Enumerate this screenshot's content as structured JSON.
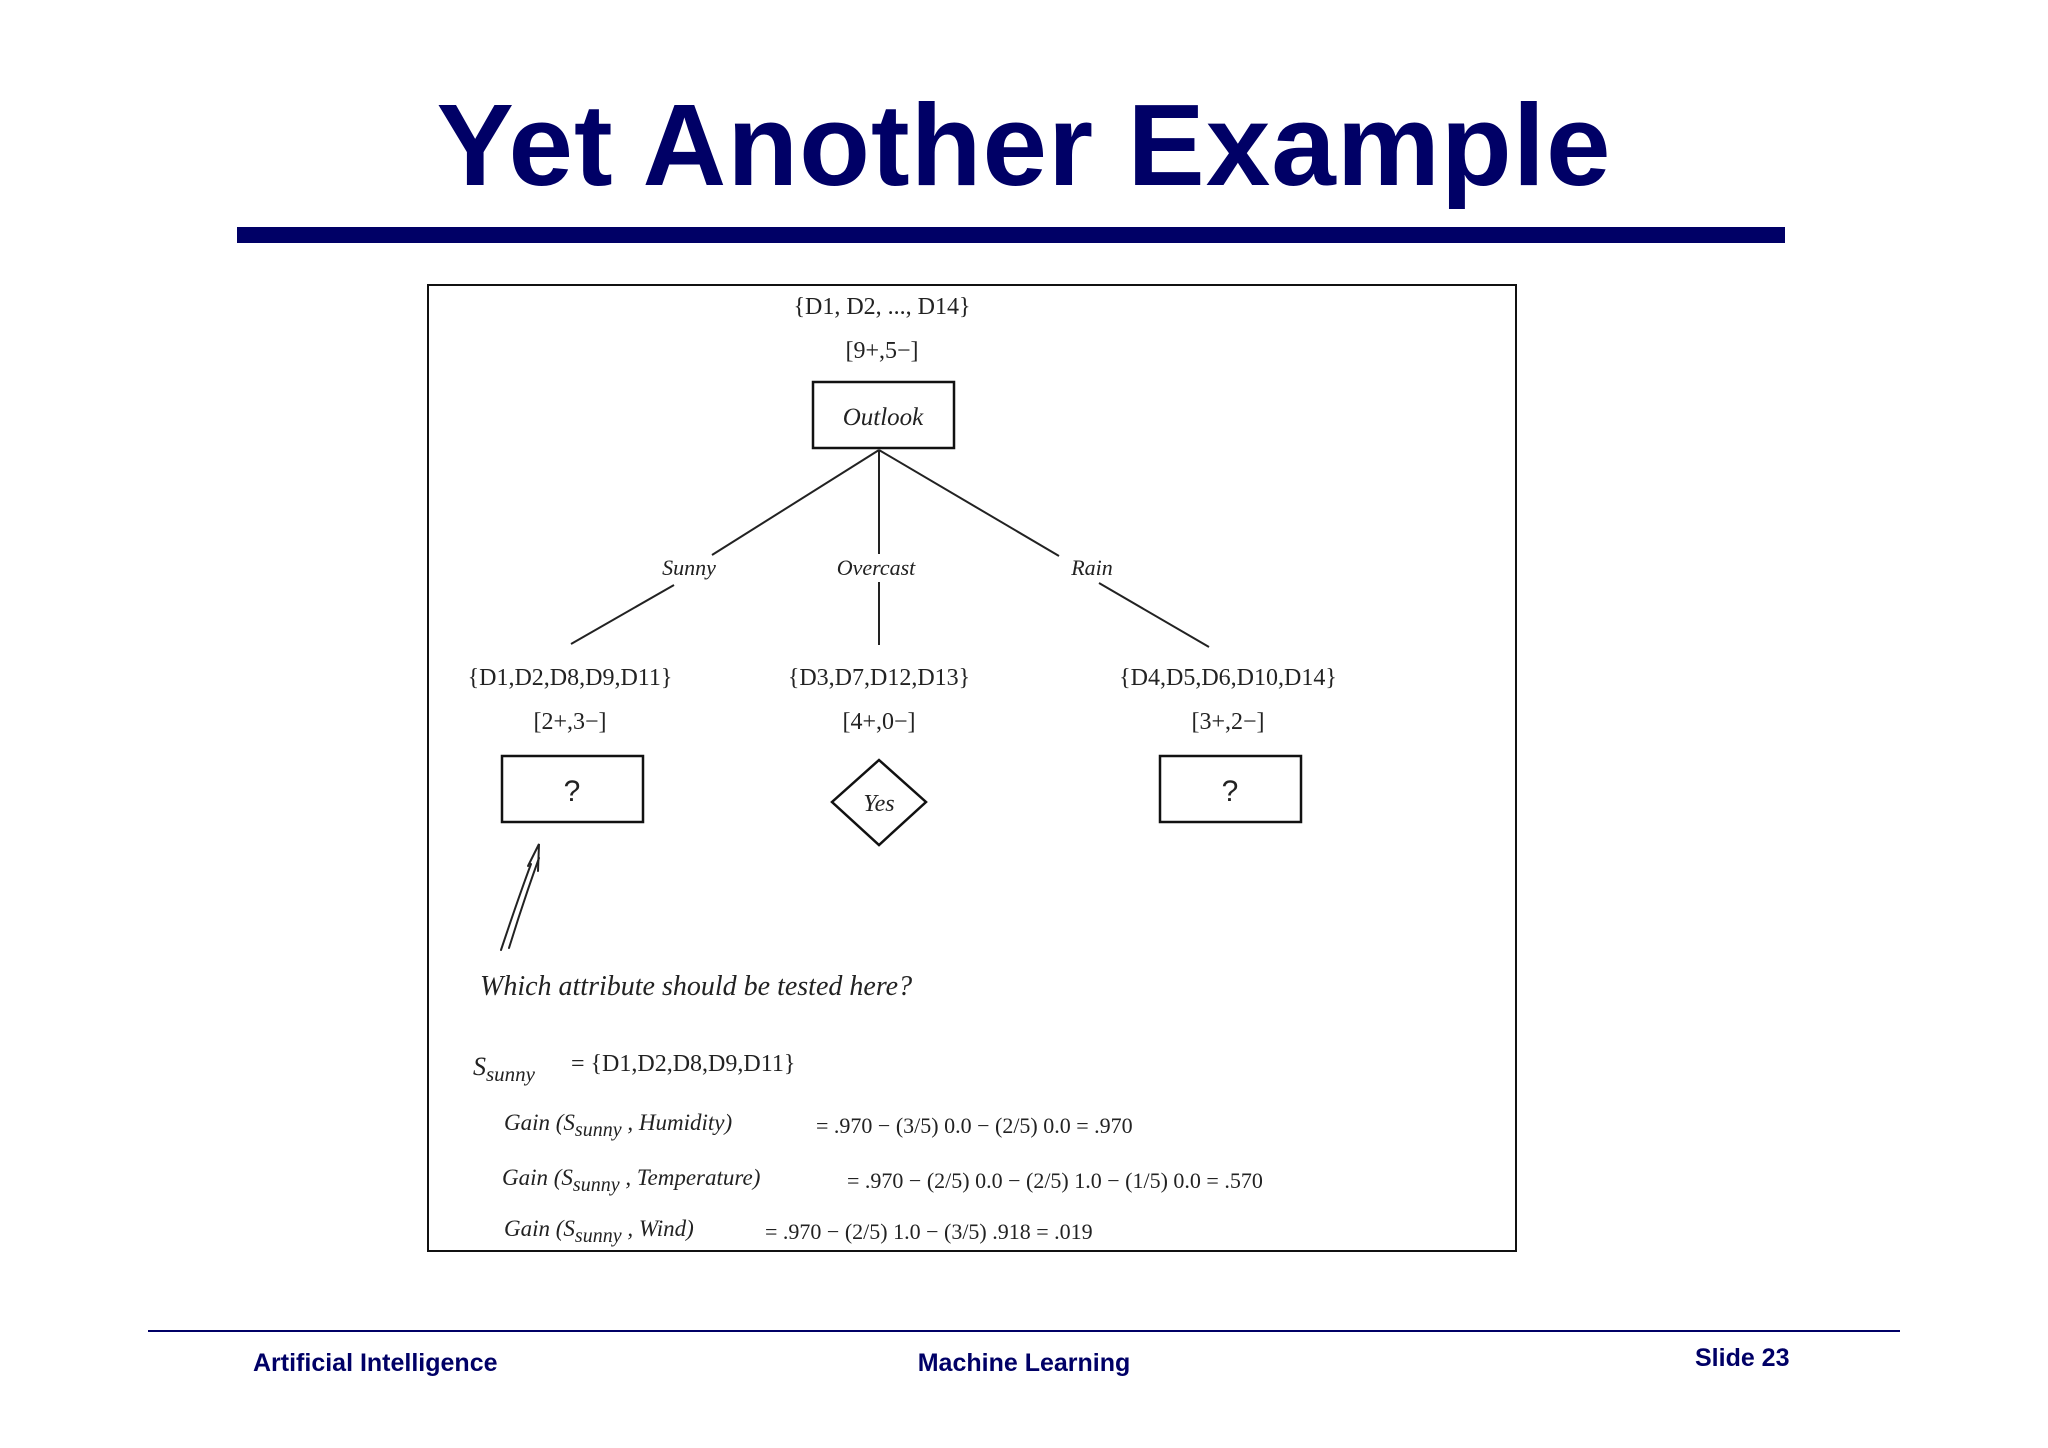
{
  "slide": {
    "title": "Yet Another Example"
  },
  "tree": {
    "root_set": "{D1, D2, ..., D14}",
    "root_counts": "[9+,5−]",
    "root_attribute": "Outlook",
    "branches": [
      {
        "label": "Sunny",
        "set": "{D1,D2,D8,D9,D11}",
        "counts": "[2+,3−]",
        "node": "?"
      },
      {
        "label": "Overcast",
        "set": "{D3,D7,D12,D13}",
        "counts": "[4+,0−]",
        "node": "Yes"
      },
      {
        "label": "Rain",
        "set": "{D4,D5,D6,D10,D14}",
        "counts": "[3+,2−]",
        "node": "?"
      }
    ],
    "question": "Which attribute should be tested here?"
  },
  "equations": {
    "s_symbol": "S",
    "s_sub": "sunny",
    "s_value": "= {D1,D2,D8,D9,D11}",
    "gain_prefix": "Gain (S",
    "gains": [
      {
        "attr_part": " , Humidity)",
        "formula": "=  .970  −  (3/5) 0.0  −  (2/5) 0.0  =  .970"
      },
      {
        "attr_part": " , Temperature)",
        "formula": "=  .970  −  (2/5) 0.0  −  (2/5) 1.0  −  (1/5) 0.0  =  .570"
      },
      {
        "attr_part": " , Wind)",
        "formula": "=  .970  −  (2/5) 1.0  −  (3/5) .918  =  .019"
      }
    ]
  },
  "footer": {
    "left": "Artificial Intelligence",
    "center": "Machine Learning",
    "right": "Slide 23"
  }
}
